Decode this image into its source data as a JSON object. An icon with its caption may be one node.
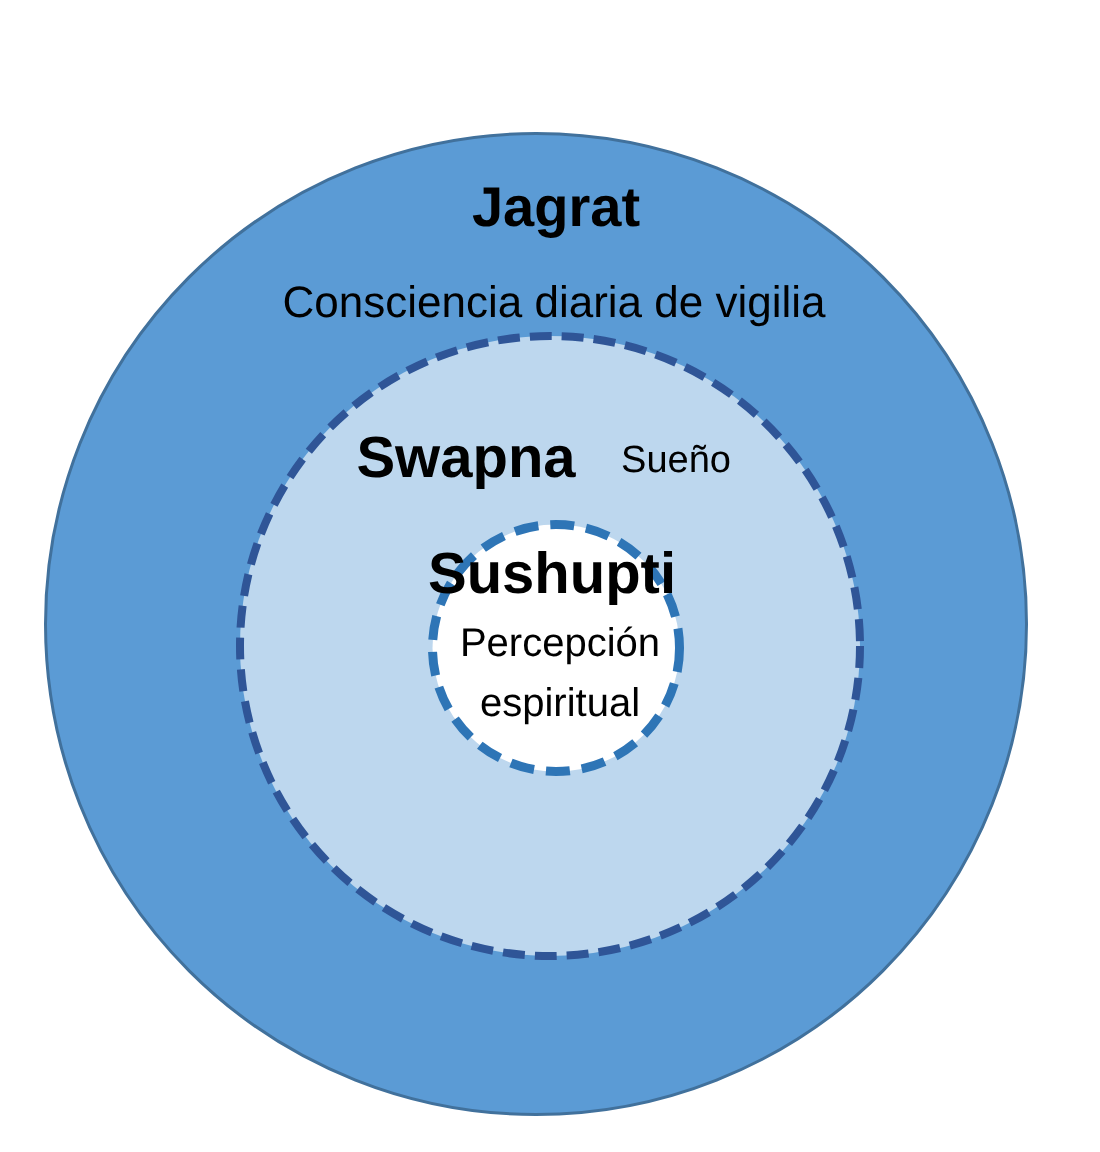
{
  "diagram": {
    "nodes": [
      {
        "text": [
          "Jagrat",
          "Consciencia diaria de vigilia"
        ]
      },
      {
        "text": [
          "Swapna",
          "Sueño"
        ],
        "in": 0
      },
      {
        "text": [
          "Sushupti",
          "Percepción espiritual"
        ],
        "in": 1
      }
    ]
  }
}
